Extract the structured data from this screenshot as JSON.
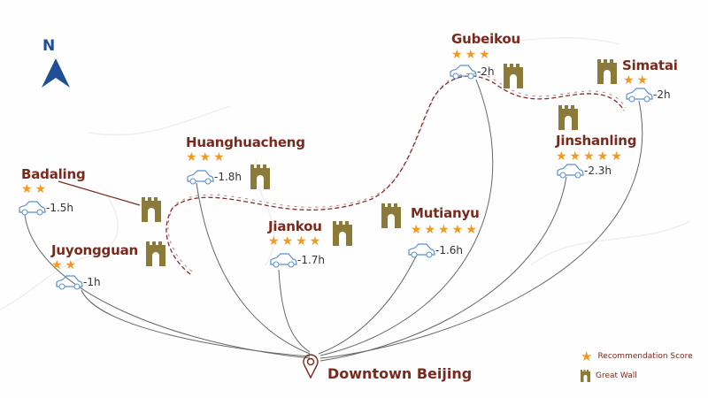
{
  "compass": {
    "label": "N",
    "icon": "north-arrow-icon",
    "color": "#1f4e97"
  },
  "destination": {
    "label": "Downtown Beijing",
    "icon": "map-pin-icon"
  },
  "sites": [
    {
      "name": "Badaling",
      "stars": "★★",
      "score": 2,
      "time": "-1.5h"
    },
    {
      "name": "Juyongguan",
      "stars": "★★",
      "score": 2,
      "time": "-1h"
    },
    {
      "name": "Huanghuacheng",
      "stars": "★★★",
      "score": 3,
      "time": "-1.8h"
    },
    {
      "name": "Jiankou",
      "stars": "★★★★",
      "score": 4,
      "time": "-1.7h"
    },
    {
      "name": "Mutianyu",
      "stars": "★★★★★",
      "score": 5,
      "time": "-1.6h"
    },
    {
      "name": "Gubeikou",
      "stars": "★★★",
      "score": 3,
      "time": "-2h"
    },
    {
      "name": "Simatai",
      "stars": "★★",
      "score": 2,
      "time": "-2h"
    },
    {
      "name": "Jinshanling",
      "stars": "★★★★★",
      "score": 5,
      "time": "-2.3h"
    }
  ],
  "legend": {
    "score_label": "Recommendation Score",
    "wall_label": "Great Wall"
  },
  "colors": {
    "label": "#7a2a1c",
    "star": "#f39a1e",
    "tower": "#8b7a3a",
    "wall": "#8a2a2a",
    "car": "#5b8fd0",
    "route": "#666666"
  }
}
